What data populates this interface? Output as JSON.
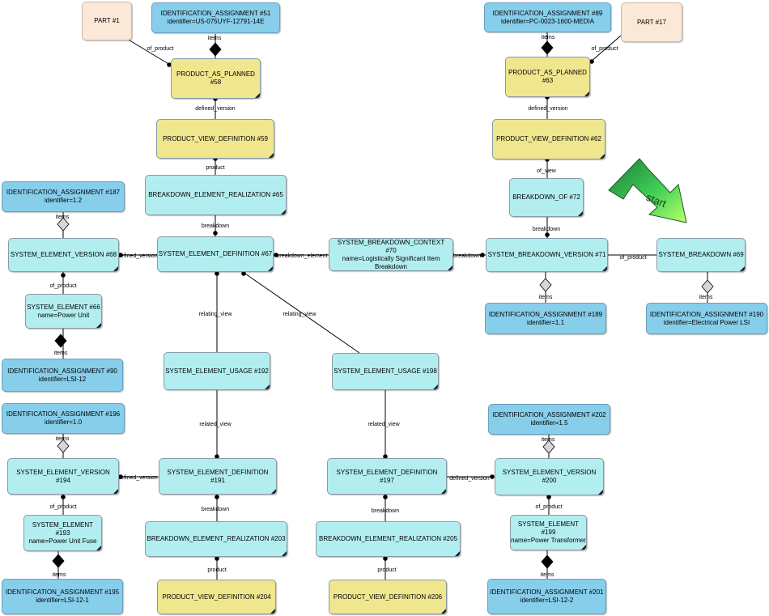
{
  "nodes": {
    "part1": {
      "l1": "PART #1"
    },
    "ida51": {
      "l1": "IDENTIFICATION_ASSIGNMENT #51",
      "l2": "identifier=US-075UYF-12791-14E"
    },
    "pap58": {
      "l1": "PRODUCT_AS_PLANNED",
      "l2": "#58"
    },
    "pvd59": {
      "l1": "PRODUCT_VIEW_DEFINITION #59"
    },
    "ber65": {
      "l1": "BREAKDOWN_ELEMENT_REALIZATION #65"
    },
    "ida89": {
      "l1": "IDENTIFICATION_ASSIGNMENT #89",
      "l2": "identifier=PC-0023-1600-MEDIA"
    },
    "part17": {
      "l1": "PART #17"
    },
    "pap63": {
      "l1": "PRODUCT_AS_PLANNED",
      "l2": "#63"
    },
    "pvd62": {
      "l1": "PRODUCT_VIEW_DEFINITION #62"
    },
    "bo72": {
      "l1": "BREAKDOWN_OF #72"
    },
    "ida187": {
      "l1": "IDENTIFICATION_ASSIGNMENT #187",
      "l2": "identifier=1.2"
    },
    "sev68": {
      "l1": "SYSTEM_ELEMENT_VERSION #68"
    },
    "sed67": {
      "l1": "SYSTEM_ELEMENT_DEFINITION #67"
    },
    "sbc70": {
      "l1": "SYSTEM_BREAKDOWN_CONTEXT #70",
      "l2": "name=Logistically Significant Item Breakdown"
    },
    "sbv71": {
      "l1": "SYSTEM_BREAKDOWN_VERSION #71"
    },
    "sb69": {
      "l1": "SYSTEM_BREAKDOWN #69"
    },
    "se66": {
      "l1": "SYSTEM_ELEMENT #66",
      "l2": "name=Power Unit"
    },
    "ida189": {
      "l1": "IDENTIFICATION_ASSIGNMENT #189",
      "l2": "identifier=1.1"
    },
    "ida190": {
      "l1": "IDENTIFICATION_ASSIGNMENT #190",
      "l2": "identifier=Electrical Power LSI"
    },
    "ida90": {
      "l1": "IDENTIFICATION_ASSIGNMENT #90",
      "l2": "identifier=LSI-12"
    },
    "seu192": {
      "l1": "SYSTEM_ELEMENT_USAGE #192"
    },
    "seu198": {
      "l1": "SYSTEM_ELEMENT_USAGE #198"
    },
    "ida196": {
      "l1": "IDENTIFICATION_ASSIGNMENT #196",
      "l2": "identifier=1.0"
    },
    "ida202": {
      "l1": "IDENTIFICATION_ASSIGNMENT #202",
      "l2": "identifier=1.5"
    },
    "sev194": {
      "l1": "SYSTEM_ELEMENT_VERSION",
      "l2": "#194"
    },
    "sed191": {
      "l1": "SYSTEM_ELEMENT_DEFINITION",
      "l2": "#191"
    },
    "sed197": {
      "l1": "SYSTEM_ELEMENT_DEFINITION",
      "l2": "#197"
    },
    "sev200": {
      "l1": "SYSTEM_ELEMENT_VERSION",
      "l2": "#200"
    },
    "se193": {
      "l1": "SYSTEM_ELEMENT",
      "l2": "#193",
      "l3": "name=Power Unit Fuse"
    },
    "ber203": {
      "l1": "BREAKDOWN_ELEMENT_REALIZATION #203"
    },
    "ber205": {
      "l1": "BREAKDOWN_ELEMENT_REALIZATION #205"
    },
    "se199": {
      "l1": "SYSTEM_ELEMENT",
      "l2": "#199",
      "l3": "name=Power Transformer"
    },
    "ida195": {
      "l1": "IDENTIFICATION_ASSIGNMENT #195",
      "l2": "identifier=LSI-12-1"
    },
    "pvd204": {
      "l1": "PRODUCT_VIEW_DEFINITION #204"
    },
    "pvd206": {
      "l1": "PRODUCT_VIEW_DEFINITION #206"
    },
    "ida201": {
      "l1": "IDENTIFICATION_ASSIGNMENT #201",
      "l2": "identifier=LSI-12-2"
    }
  },
  "edge_labels": {
    "of_product": "of_product",
    "items": "items",
    "defined_version": "defined_version",
    "product": "product",
    "of_view": "of_view",
    "breakdown": "breakdown",
    "breakdown_element": "breakdown_element",
    "relating_view": "relating_view",
    "related_view": "related_view"
  },
  "start": {
    "label": "start",
    "color": "#33cc33"
  },
  "colors": {
    "entity": "#b2eef0",
    "product": "#f0e68e",
    "identification": "#87ceeb",
    "part": "#fbe8d6"
  }
}
